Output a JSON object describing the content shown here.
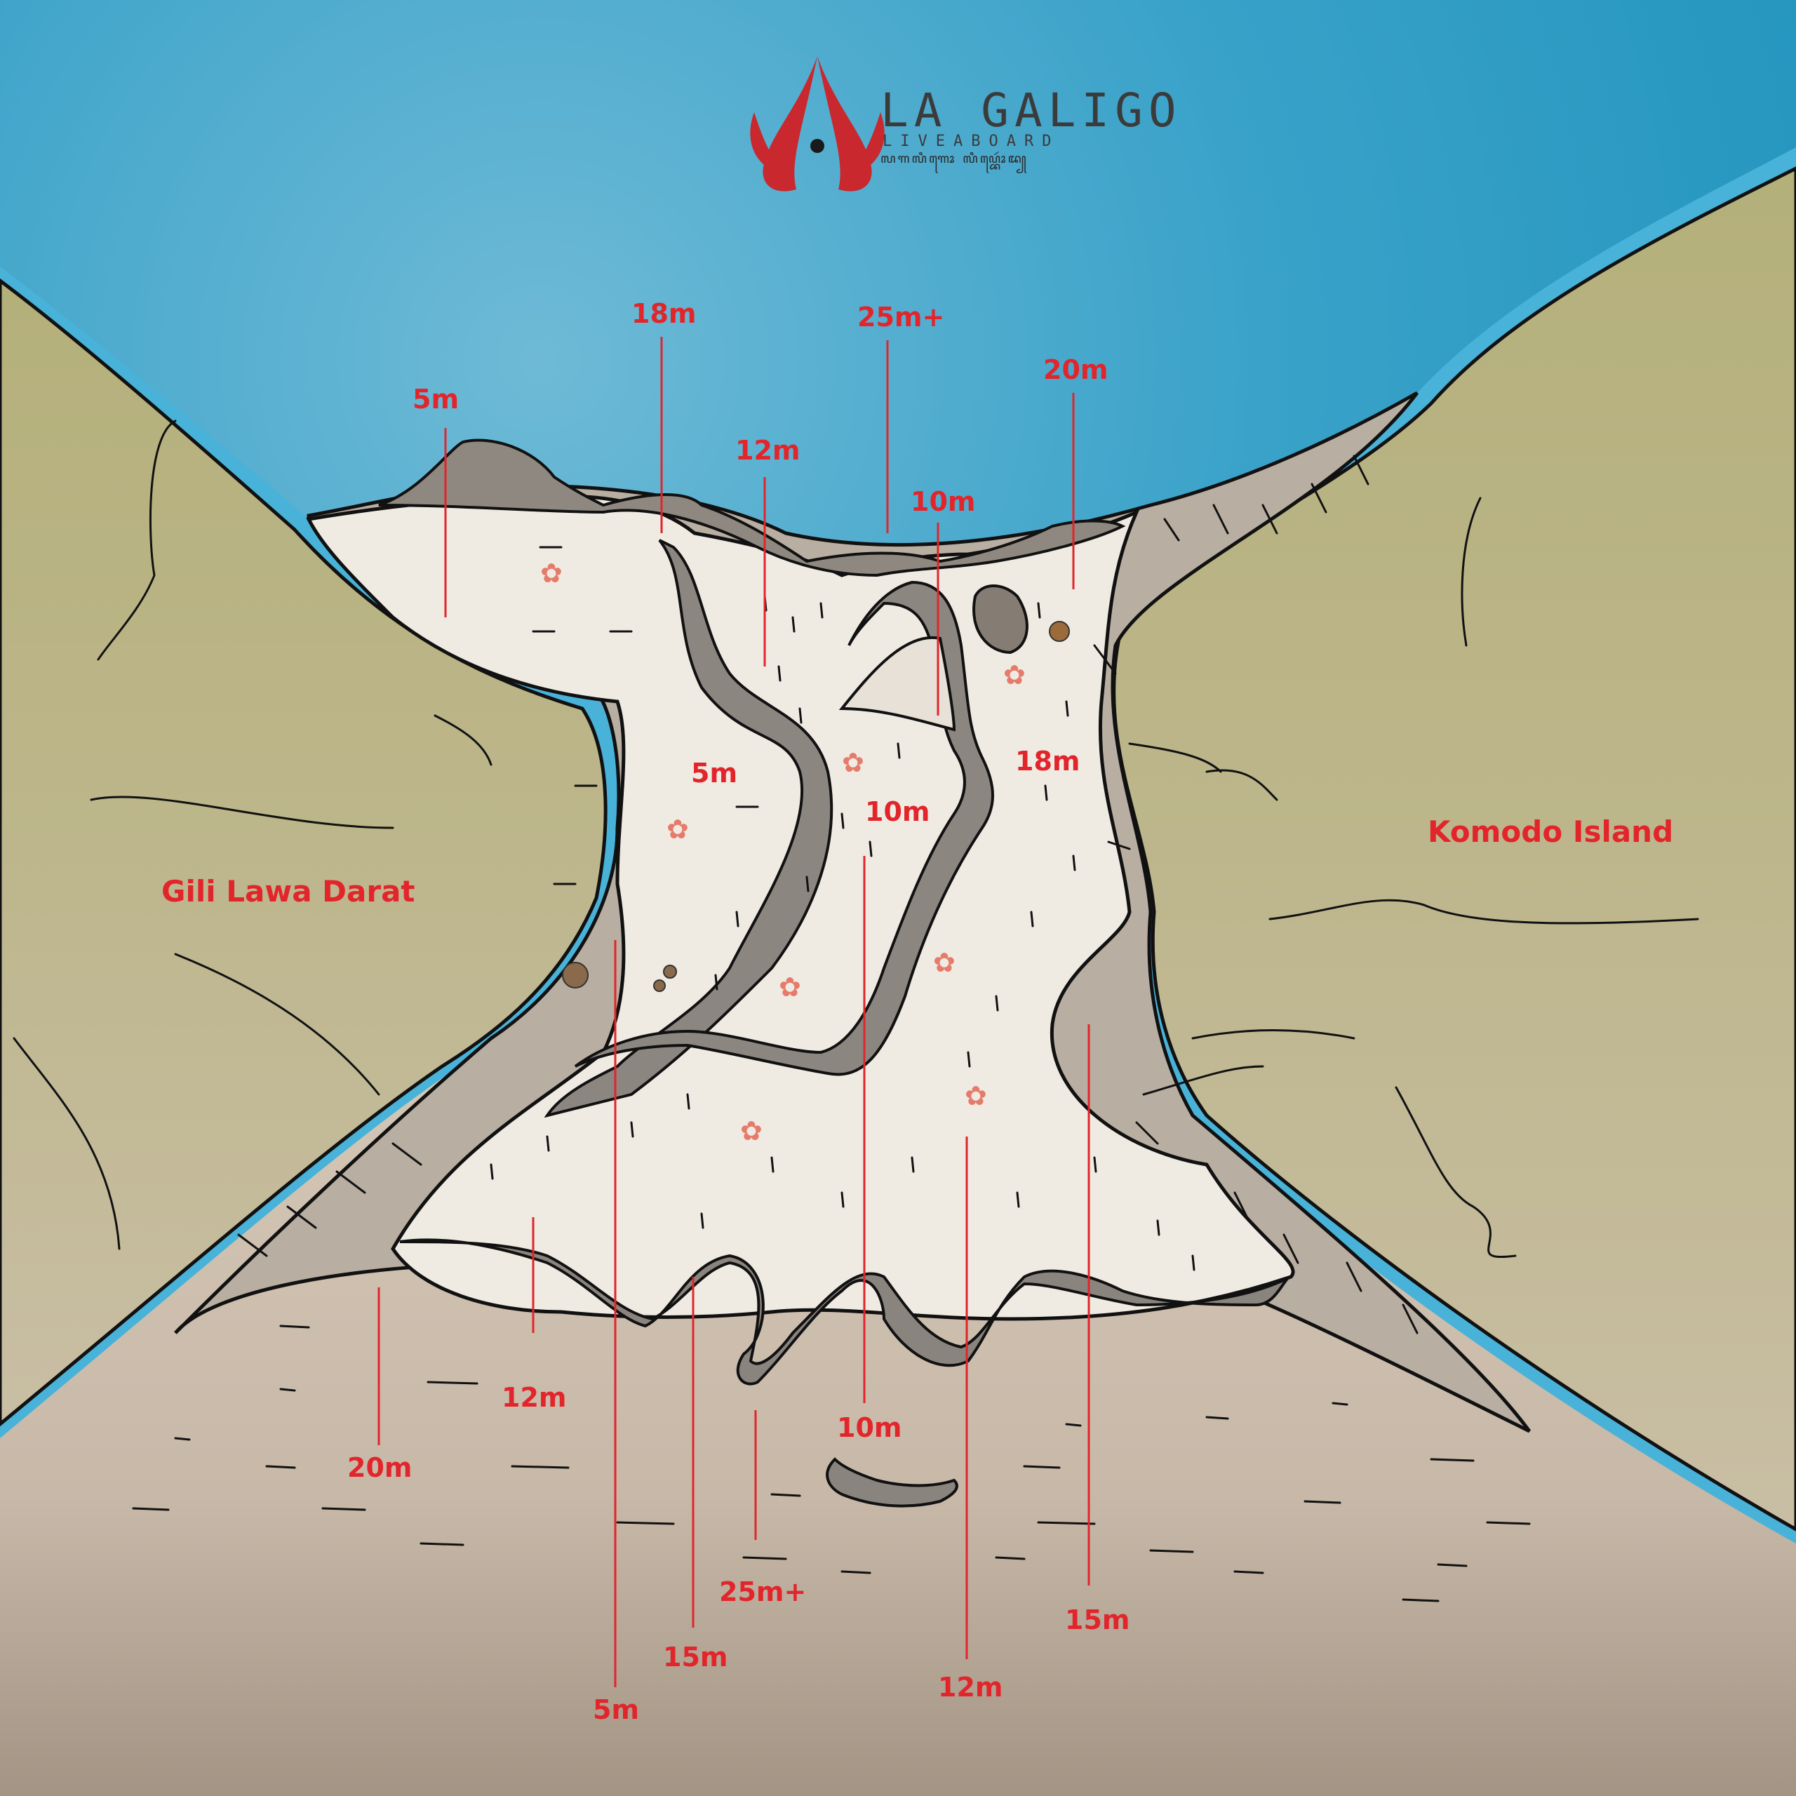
{
  "logo": {
    "title": "LA GALIGO",
    "subtitle": "LIVEABOARD",
    "script": "ꦭꦒꦭꦶꦒꦺꦴ ꦭꦶꦥ꧀ꦧꦺꦴꦂꦢ꧀"
  },
  "places": {
    "left_island": "Gili Lawa Darat",
    "right_island": "Komodo Island"
  },
  "depths": {
    "top_5m": "5m",
    "top_18m": "18m",
    "top_25m": "25m+",
    "top_20m": "20m",
    "top_12m": "12m",
    "top_10m": "10m",
    "mid_5m": "5m",
    "mid_10m": "10m",
    "mid_18m": "18m",
    "bot_12m_left": "12m",
    "bot_20m": "20m",
    "bot_10m": "10m",
    "bot_25m": "25m+",
    "bot_15m_mid": "15m",
    "bot_5m": "5m",
    "bot_12m_right": "12m",
    "bot_15m_right": "15m"
  },
  "colors": {
    "sea": "#2a9bc3",
    "land": "#bab583",
    "reef": "#f1ede5",
    "rock": "#a49a90",
    "depth_red": "#e2252b",
    "logo_red": "#c8282e"
  }
}
